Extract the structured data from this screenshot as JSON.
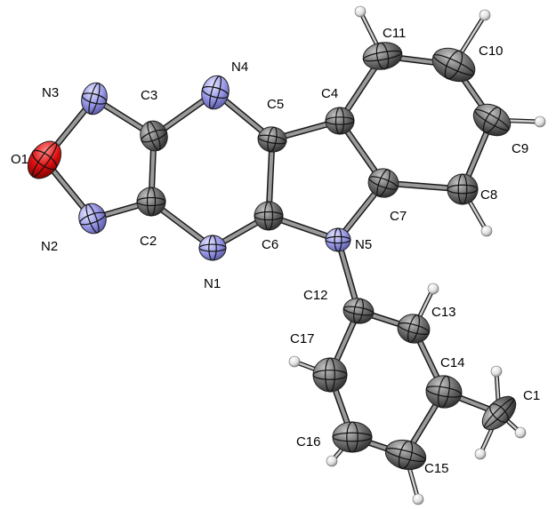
{
  "atoms": [
    {
      "id": "O1",
      "label": "O1",
      "element": "O",
      "color": "#e01010"
    },
    {
      "id": "N2",
      "label": "N2",
      "element": "N",
      "color": "#9a9ae8"
    },
    {
      "id": "N3",
      "label": "N3",
      "element": "N",
      "color": "#9a9ae8"
    },
    {
      "id": "C2",
      "label": "C2",
      "element": "C",
      "color": "#6e6e6e"
    },
    {
      "id": "C3",
      "label": "C3",
      "element": "C",
      "color": "#6e6e6e"
    },
    {
      "id": "N4",
      "label": "N4",
      "element": "N",
      "color": "#9a9ae8"
    },
    {
      "id": "N1",
      "label": "N1",
      "element": "N",
      "color": "#9a9ae8"
    },
    {
      "id": "C5",
      "label": "C5",
      "element": "C",
      "color": "#6e6e6e"
    },
    {
      "id": "C6",
      "label": "C6",
      "element": "C",
      "color": "#6e6e6e"
    },
    {
      "id": "C4",
      "label": "C4",
      "element": "C",
      "color": "#6e6e6e"
    },
    {
      "id": "N5",
      "label": "N5",
      "element": "N",
      "color": "#9a9ae8"
    },
    {
      "id": "C7",
      "label": "C7",
      "element": "C",
      "color": "#6e6e6e"
    },
    {
      "id": "C11",
      "label": "C11",
      "element": "C",
      "color": "#6e6e6e"
    },
    {
      "id": "C10",
      "label": "C10",
      "element": "C",
      "color": "#6e6e6e"
    },
    {
      "id": "C9",
      "label": "C9",
      "element": "C",
      "color": "#6e6e6e"
    },
    {
      "id": "C8",
      "label": "C8",
      "element": "C",
      "color": "#6e6e6e"
    },
    {
      "id": "C12",
      "label": "C12",
      "element": "C",
      "color": "#6e6e6e"
    },
    {
      "id": "C13",
      "label": "C13",
      "element": "C",
      "color": "#6e6e6e"
    },
    {
      "id": "C14",
      "label": "C14",
      "element": "C",
      "color": "#6e6e6e"
    },
    {
      "id": "C15",
      "label": "C15",
      "element": "C",
      "color": "#6e6e6e"
    },
    {
      "id": "C16",
      "label": "C16",
      "element": "C",
      "color": "#6e6e6e"
    },
    {
      "id": "C17",
      "label": "C17",
      "element": "C",
      "color": "#6e6e6e"
    },
    {
      "id": "C1",
      "label": "C1",
      "element": "C",
      "color": "#6e6e6e"
    }
  ],
  "hydrogen_color": "#e8e8e8",
  "bonds": [
    [
      "O1",
      "N2"
    ],
    [
      "O1",
      "N3"
    ],
    [
      "N3",
      "C3"
    ],
    [
      "N2",
      "C2"
    ],
    [
      "C2",
      "C3"
    ],
    [
      "C3",
      "N4"
    ],
    [
      "C2",
      "N1"
    ],
    [
      "N4",
      "C5"
    ],
    [
      "N1",
      "C6"
    ],
    [
      "C5",
      "C6"
    ],
    [
      "C5",
      "C4"
    ],
    [
      "C6",
      "N5"
    ],
    [
      "N5",
      "C7"
    ],
    [
      "C4",
      "C7"
    ],
    [
      "C4",
      "C11"
    ],
    [
      "C11",
      "C10"
    ],
    [
      "C10",
      "C9"
    ],
    [
      "C9",
      "C8"
    ],
    [
      "C8",
      "C7"
    ],
    [
      "N5",
      "C12"
    ],
    [
      "C12",
      "C13"
    ],
    [
      "C13",
      "C14"
    ],
    [
      "C14",
      "C15"
    ],
    [
      "C15",
      "C16"
    ],
    [
      "C16",
      "C17"
    ],
    [
      "C17",
      "C12"
    ],
    [
      "C14",
      "C1"
    ]
  ]
}
